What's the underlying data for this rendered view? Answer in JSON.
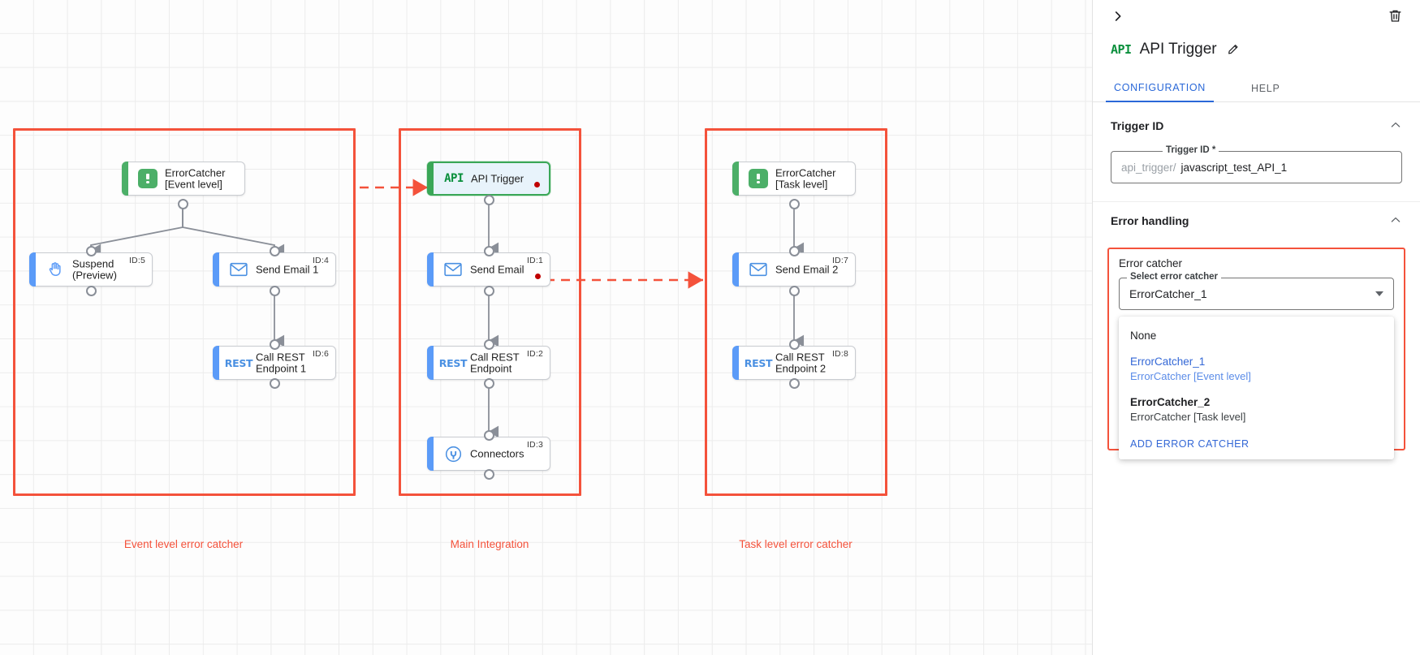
{
  "canvas": {
    "groups": [
      {
        "id": "event-level",
        "label": "Event level error catcher"
      },
      {
        "id": "main-integration",
        "label": "Main Integration"
      },
      {
        "id": "task-level",
        "label": "Task level error catcher"
      }
    ],
    "nodes": [
      {
        "key": "errorcatcher-event",
        "label": "ErrorCatcher\n[Event level]",
        "id_badge": "",
        "icon": "error-catcher-icon",
        "accent": "green",
        "selected": false,
        "error_dot": false
      },
      {
        "key": "suspend-preview",
        "label": "Suspend\n(Preview)",
        "id_badge": "ID:5",
        "icon": "hand-suspend-icon",
        "accent": "blue",
        "selected": false,
        "error_dot": false
      },
      {
        "key": "send-email-1",
        "label": "Send Email 1",
        "id_badge": "ID:4",
        "icon": "envelope-icon",
        "accent": "blue",
        "selected": false,
        "error_dot": false
      },
      {
        "key": "call-rest-endpoint-1",
        "label": "Call REST\nEndpoint 1",
        "id_badge": "ID:6",
        "icon": "rest-icon",
        "accent": "blue",
        "selected": false,
        "error_dot": false
      },
      {
        "key": "api-trigger",
        "label": "API Trigger",
        "id_badge": "",
        "icon": "api-icon",
        "accent": "green",
        "selected": true,
        "error_dot": true
      },
      {
        "key": "send-email",
        "label": "Send Email",
        "id_badge": "ID:1",
        "icon": "envelope-icon",
        "accent": "blue",
        "selected": false,
        "error_dot": true
      },
      {
        "key": "call-rest-endpoint",
        "label": "Call REST\nEndpoint",
        "id_badge": "ID:2",
        "icon": "rest-icon",
        "accent": "blue",
        "selected": false,
        "error_dot": false
      },
      {
        "key": "connectors",
        "label": "Connectors",
        "id_badge": "ID:3",
        "icon": "connectors-icon",
        "accent": "blue",
        "selected": false,
        "error_dot": false
      },
      {
        "key": "errorcatcher-task",
        "label": "ErrorCatcher\n[Task level]",
        "id_badge": "",
        "icon": "error-catcher-icon",
        "accent": "green",
        "selected": false,
        "error_dot": false
      },
      {
        "key": "send-email-2",
        "label": "Send Email 2",
        "id_badge": "ID:7",
        "icon": "envelope-icon",
        "accent": "blue",
        "selected": false,
        "error_dot": false
      },
      {
        "key": "call-rest-endpoint-2",
        "label": "Call REST\nEndpoint 2",
        "id_badge": "ID:8",
        "icon": "rest-icon",
        "accent": "blue",
        "selected": false,
        "error_dot": false
      }
    ],
    "colors": {
      "group_border": "#f4523b",
      "group_label": "#f4523b",
      "node_accent_blue": "#5b9bf8",
      "node_accent_green": "#4caf68",
      "error_dot": "#c00000",
      "edge": "#8a8f98",
      "grid_line": "#ececec"
    }
  },
  "panel": {
    "collapse_icon": "chevron-right-icon",
    "delete_icon": "trash-icon",
    "node_type_icon": "api-icon",
    "title": "API Trigger",
    "edit_icon": "pencil-icon",
    "tabs": [
      {
        "key": "configuration",
        "label": "CONFIGURATION",
        "active": true
      },
      {
        "key": "help",
        "label": "HELP",
        "active": false
      }
    ],
    "sections": [
      {
        "key": "trigger-id",
        "title": "Trigger ID",
        "expanded": true
      },
      {
        "key": "error-handling",
        "title": "Error handling",
        "expanded": true
      }
    ],
    "trigger_id_field": {
      "legend": "Trigger ID *",
      "prefix": "api_trigger/",
      "value": "javascript_test_API_1"
    },
    "error_catcher": {
      "title": "Error catcher",
      "select_legend": "Select error catcher",
      "selected_value": "ErrorCatcher_1",
      "options": [
        {
          "key": "none",
          "primary": "None",
          "secondary": "",
          "selected": false
        },
        {
          "key": "errorcatcher_1",
          "primary": "ErrorCatcher_1",
          "secondary": "ErrorCatcher [Event level]",
          "selected": true
        },
        {
          "key": "errorcatcher_2",
          "primary": "ErrorCatcher_2",
          "secondary": "ErrorCatcher [Task level]",
          "selected": false
        }
      ],
      "add_action_label": "ADD ERROR CATCHER"
    }
  }
}
